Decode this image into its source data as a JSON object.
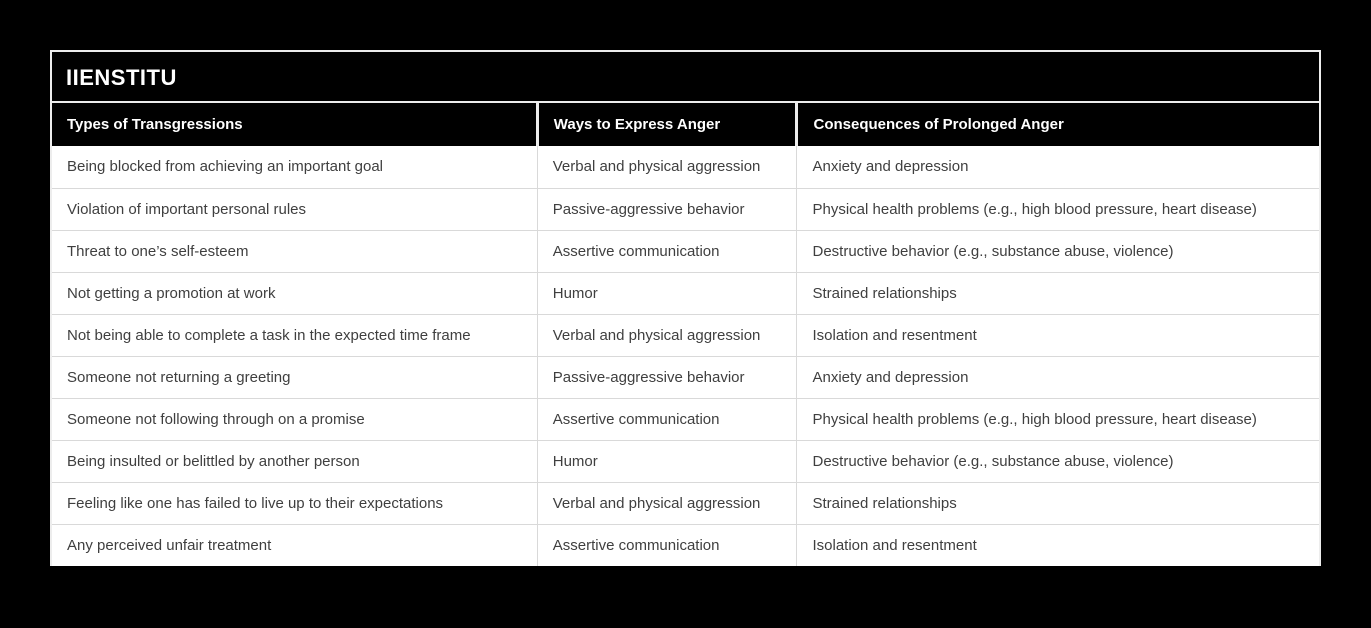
{
  "brand": {
    "title": "IIENSTITU"
  },
  "chart_data": {
    "type": "table",
    "title": "IIENSTITU",
    "columns": [
      "Types of Transgressions",
      "Ways to Express Anger",
      "Consequences of Prolonged Anger"
    ],
    "rows": [
      [
        "Being blocked from achieving an important goal",
        "Verbal and physical aggression",
        "Anxiety and depression"
      ],
      [
        "Violation of important personal rules",
        "Passive-aggressive behavior",
        "Physical health problems (e.g., high blood pressure, heart disease)"
      ],
      [
        "Threat to one’s self-esteem",
        "Assertive communication",
        "Destructive behavior (e.g., substance abuse, violence)"
      ],
      [
        "Not getting a promotion at work",
        "Humor",
        "Strained relationships"
      ],
      [
        "Not being able to complete a task in the expected time frame",
        "Verbal and physical aggression",
        "Isolation and resentment"
      ],
      [
        "Someone not returning a greeting",
        "Passive-aggressive behavior",
        "Anxiety and depression"
      ],
      [
        "Someone not following through on a promise",
        "Assertive communication",
        "Physical health problems (e.g., high blood pressure, heart disease)"
      ],
      [
        "Being insulted or belittled by another person",
        "Humor",
        "Destructive behavior (e.g., substance abuse, violence)"
      ],
      [
        "Feeling like one has failed to live up to their expectations",
        "Verbal and physical aggression",
        "Strained relationships"
      ],
      [
        "Any perceived unfair treatment",
        "Assertive communication",
        "Isolation and resentment"
      ]
    ]
  },
  "colors": {
    "page_background": "#000000",
    "card_border": "#ededed",
    "header_background": "#000000",
    "header_text": "#ffffff",
    "body_background": "#ffffff",
    "body_text": "#3f3f3f",
    "grid_line": "#d9d9d9"
  }
}
